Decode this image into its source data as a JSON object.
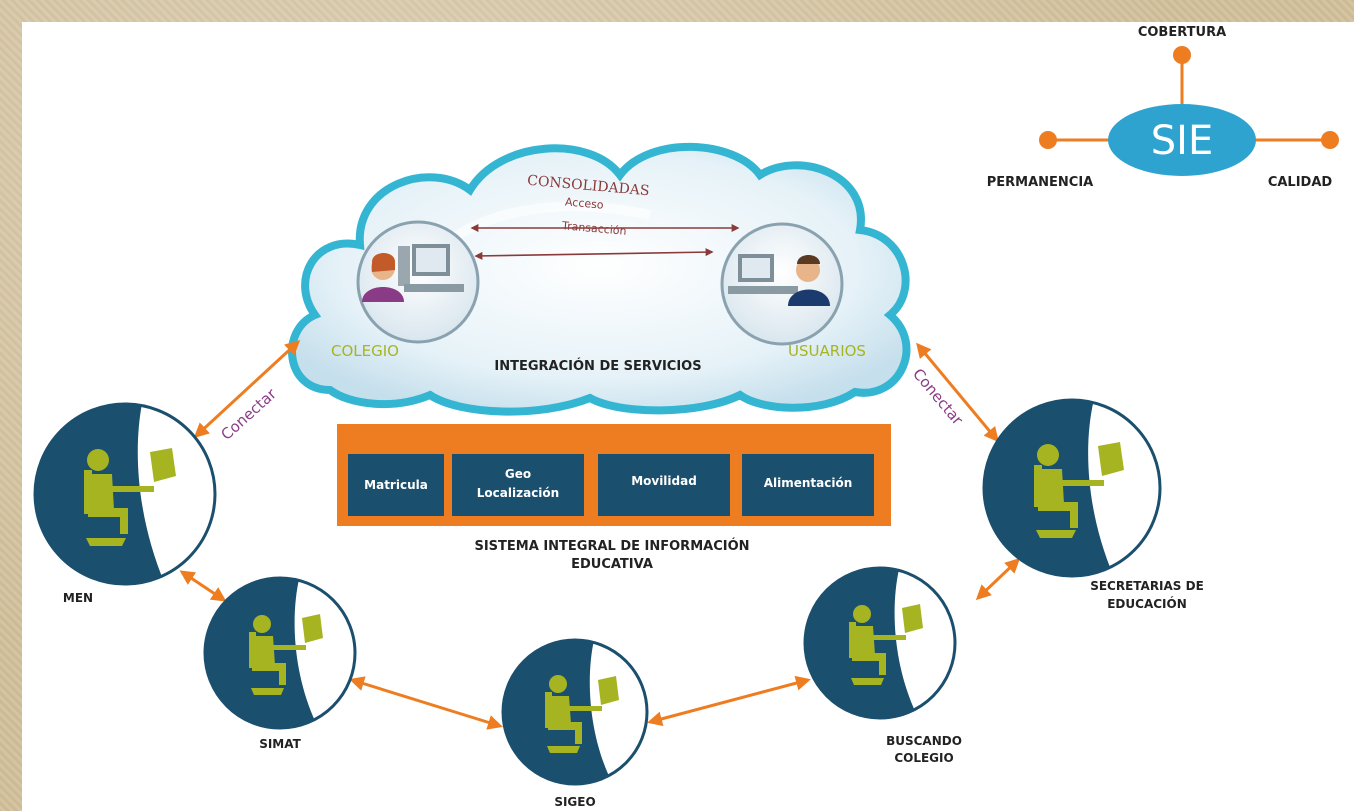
{
  "sie": {
    "center": "SIE",
    "top": "COBERTURA",
    "left": "PERMANENCIA",
    "right": "CALIDAD"
  },
  "cloud": {
    "consolidadas": "CONSOLIDADAS",
    "acceso": "Acceso",
    "transaccion": "Transacción",
    "colegio": "COLEGIO",
    "usuarios": "USUARIOS",
    "integracion": "INTEGRACIÓN DE SERVICIOS"
  },
  "conectar_left": "Conectar",
  "conectar_right": "Conectar",
  "modules": {
    "m1": "Matricula",
    "m2_line1": "Geo",
    "m2_line2": "Localización",
    "m3": "Movilidad",
    "m4": "Alimentación"
  },
  "system": {
    "line1": "SISTEMA INTEGRAL DE INFORMACIÓN",
    "line2": "EDUCATIVA"
  },
  "nodes": {
    "men": "MEN",
    "simat": "SIMAT",
    "sigeo": "SIGEO",
    "buscando_line1": "BUSCANDO",
    "buscando_line2": "COLEGIO",
    "secretarias_line1": "SECRETARIAS DE",
    "secretarias_line2": "EDUCACIÓN"
  },
  "colors": {
    "orange": "#ee7d22",
    "teal_dark": "#1b4f6e",
    "cyan": "#2fa3cf",
    "olive": "#a7b422",
    "purple": "#8a3b86",
    "maroon": "#8b3a3a"
  }
}
